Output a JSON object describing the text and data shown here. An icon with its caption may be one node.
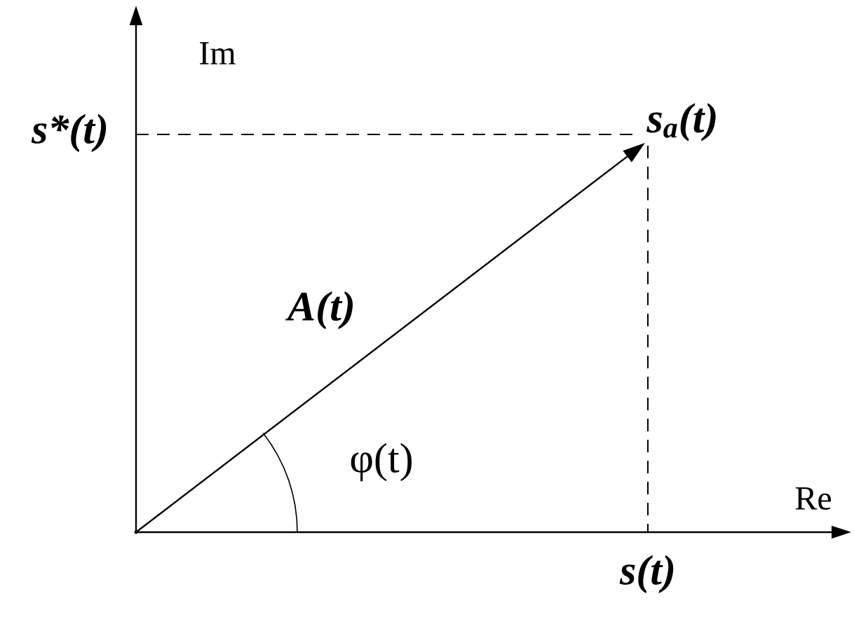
{
  "diagram": {
    "nodes": [
      {
        "text": [],
        "shape": "dot"
      },
      {
        "text": [
          "s$_{a}$(t)"
        ]
      }
    ],
    "edges": [
      {
        "from": 0,
        "to": 1,
        "arrow": "to",
        "label": "A(t)"
      }
    ],
    "labels": [
      "Im",
      "s*(t)",
      "φ(t)",
      "Re",
      "s(t)"
    ]
  }
}
